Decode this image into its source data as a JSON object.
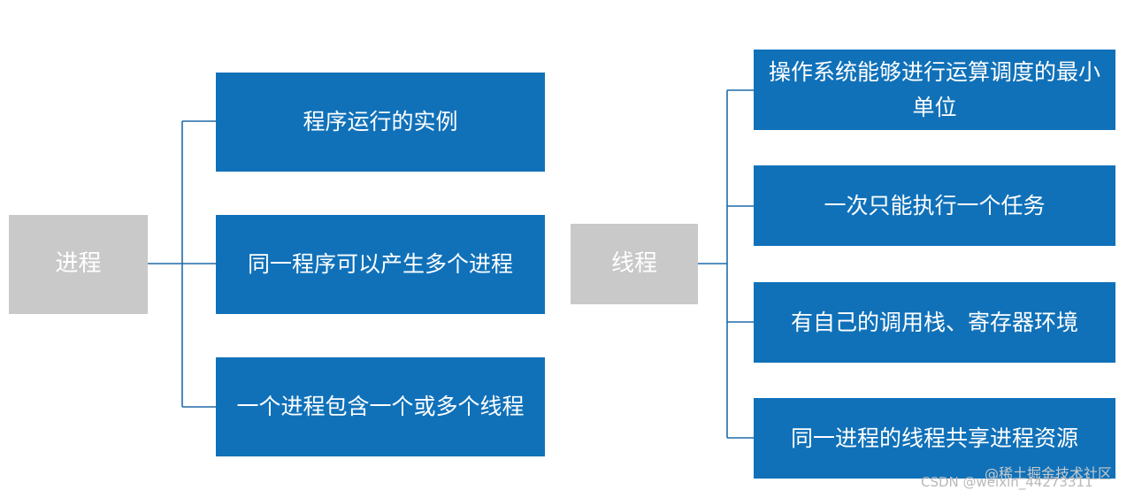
{
  "process": {
    "root_label": "进程",
    "items": [
      "程序运行的实例",
      "同一程序可以产生多个进程",
      "一个进程包含一个或多个线程"
    ]
  },
  "thread": {
    "root_label": "线程",
    "items": [
      "操作系统能够进行运算调度的最小单位",
      "一次只能执行一个任务",
      "有自己的调用栈、寄存器环境",
      "同一进程的线程共享进程资源"
    ]
  },
  "watermarks": {
    "top": "@稀土掘金技术社区",
    "bottom": "CSDN @weixin_44273311"
  },
  "colors": {
    "root_box": "#c9c9c9",
    "leaf_box": "#1071b9",
    "connector": "#1f6aa8",
    "text": "#ffffff"
  }
}
